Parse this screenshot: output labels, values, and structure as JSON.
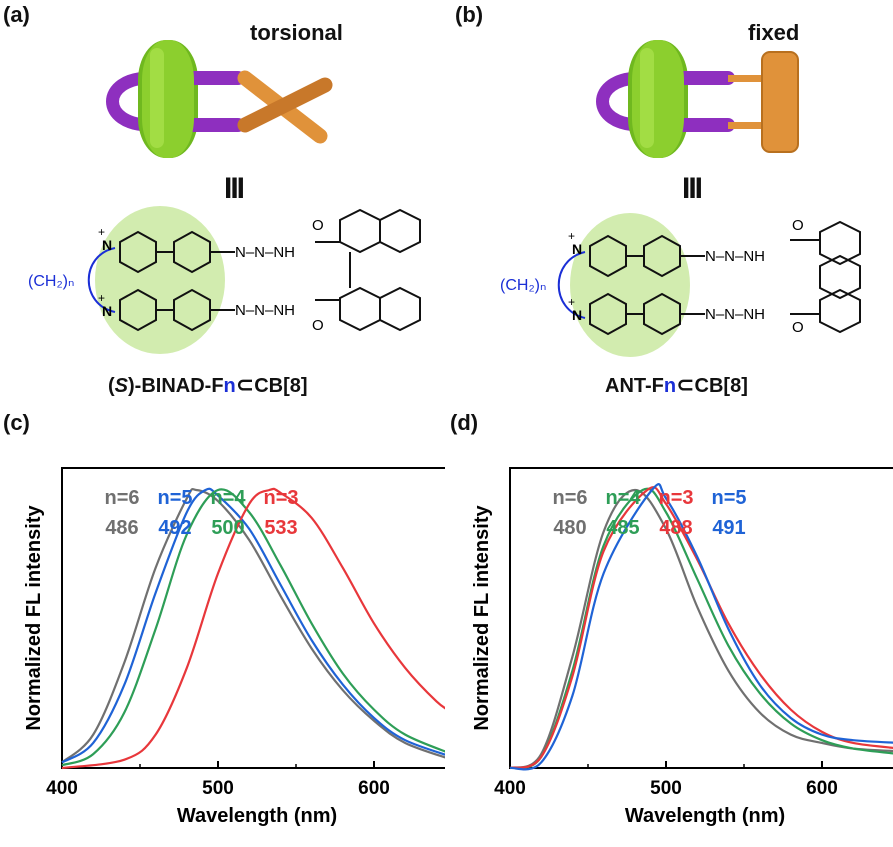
{
  "panels": {
    "a": {
      "label": "(a)",
      "descriptor": "torsional",
      "separator": "III",
      "caption_prefix": "(",
      "caption_italic": "S",
      "caption_mid": ")-BINAD-F",
      "caption_n": "n",
      "caption_subset": "⊂",
      "caption_suffix": "CB[8]",
      "linker": "(CH₂)ₙ",
      "atoms": {
        "n_top": "N",
        "n_bottom": "N",
        "plus": "+",
        "hydrazone": "N–N–NH",
        "carbonyl": "O"
      }
    },
    "b": {
      "label": "(b)",
      "descriptor": "fixed",
      "separator": "III",
      "caption_prefix": "ANT-F",
      "caption_n": "n",
      "caption_subset": "⊂",
      "caption_suffix": "CB[8]",
      "linker": "(CH₂)ₙ",
      "atoms": {
        "n_top": "N",
        "n_bottom": "N",
        "plus": "+",
        "hydrazone": "N–N–NH",
        "carbonyl": "O"
      }
    },
    "c": {
      "label": "(c)"
    },
    "d": {
      "label": "(d)"
    }
  },
  "colors": {
    "ring": "#8ccf2e",
    "ring_dark": "#5fa81a",
    "purple": "#8e2fbf",
    "orange": "#e0923a",
    "n3": "#e8373b",
    "n4": "#2e9e57",
    "n5": "#1f63d6",
    "n6": "#707070",
    "linker_blue": "#1b2fd6"
  },
  "chart_data": [
    {
      "type": "line",
      "panel": "c",
      "xlabel": "Wavelength (nm)",
      "ylabel": "Normalized FL intensity",
      "xlim": [
        400,
        650
      ],
      "ylim": [
        0,
        1.0
      ],
      "xticks": [
        400,
        500,
        600
      ],
      "legend": [
        {
          "name": "n=6",
          "peak": "486",
          "color": "#707070"
        },
        {
          "name": "n=5",
          "peak": "492",
          "color": "#1f63d6"
        },
        {
          "name": "n=4",
          "peak": "500",
          "color": "#2e9e57"
        },
        {
          "name": "n=3",
          "peak": "533",
          "color": "#e8373b"
        }
      ],
      "series": [
        {
          "name": "n=6",
          "color": "#707070",
          "x": [
            400,
            420,
            440,
            460,
            480,
            486,
            500,
            520,
            540,
            560,
            580,
            600,
            620,
            650
          ],
          "y": [
            0.02,
            0.12,
            0.38,
            0.72,
            0.97,
            1.0,
            0.96,
            0.82,
            0.62,
            0.43,
            0.28,
            0.17,
            0.09,
            0.03
          ]
        },
        {
          "name": "n=5",
          "color": "#1f63d6",
          "x": [
            400,
            420,
            440,
            460,
            480,
            492,
            500,
            520,
            540,
            560,
            580,
            600,
            620,
            650
          ],
          "y": [
            0.02,
            0.09,
            0.3,
            0.63,
            0.92,
            1.0,
            0.98,
            0.86,
            0.66,
            0.46,
            0.3,
            0.18,
            0.1,
            0.04
          ]
        },
        {
          "name": "n=4",
          "color": "#2e9e57",
          "x": [
            400,
            420,
            440,
            460,
            480,
            500,
            520,
            540,
            560,
            580,
            600,
            620,
            650
          ],
          "y": [
            0.01,
            0.05,
            0.2,
            0.5,
            0.84,
            1.0,
            0.92,
            0.73,
            0.52,
            0.34,
            0.21,
            0.12,
            0.05
          ]
        },
        {
          "name": "n=3",
          "color": "#e8373b",
          "x": [
            400,
            440,
            460,
            480,
            500,
            520,
            533,
            540,
            560,
            580,
            600,
            620,
            640,
            650
          ],
          "y": [
            0.0,
            0.03,
            0.12,
            0.36,
            0.7,
            0.95,
            1.0,
            0.99,
            0.9,
            0.72,
            0.52,
            0.36,
            0.24,
            0.2
          ]
        }
      ]
    },
    {
      "type": "line",
      "panel": "d",
      "xlabel": "Wavelength (nm)",
      "ylabel": "Normalized FL intensity",
      "xlim": [
        400,
        650
      ],
      "ylim": [
        0,
        1.0
      ],
      "xticks": [
        400,
        500,
        600
      ],
      "legend": [
        {
          "name": "n=6",
          "peak": "480",
          "color": "#707070"
        },
        {
          "name": "n=4",
          "peak": "485",
          "color": "#2e9e57"
        },
        {
          "name": "n=3",
          "peak": "488",
          "color": "#e8373b"
        },
        {
          "name": "n=5",
          "peak": "491",
          "color": "#1f63d6"
        }
      ],
      "series": [
        {
          "name": "n=6",
          "color": "#707070",
          "x": [
            400,
            420,
            440,
            460,
            480,
            500,
            520,
            540,
            560,
            580,
            600,
            620,
            650
          ],
          "y": [
            0.0,
            0.05,
            0.4,
            0.85,
            1.0,
            0.86,
            0.58,
            0.35,
            0.2,
            0.12,
            0.09,
            0.07,
            0.06
          ]
        },
        {
          "name": "n=4",
          "color": "#2e9e57",
          "x": [
            400,
            420,
            440,
            460,
            485,
            500,
            520,
            540,
            560,
            580,
            600,
            620,
            650
          ],
          "y": [
            0.0,
            0.04,
            0.35,
            0.8,
            1.0,
            0.92,
            0.68,
            0.44,
            0.27,
            0.16,
            0.1,
            0.07,
            0.05
          ]
        },
        {
          "name": "n=3",
          "color": "#e8373b",
          "x": [
            400,
            420,
            440,
            460,
            488,
            500,
            520,
            540,
            560,
            580,
            600,
            620,
            650
          ],
          "y": [
            0.0,
            0.04,
            0.33,
            0.78,
            1.0,
            0.95,
            0.75,
            0.52,
            0.34,
            0.21,
            0.13,
            0.09,
            0.07
          ]
        },
        {
          "name": "n=5",
          "color": "#1f63d6",
          "x": [
            400,
            420,
            440,
            460,
            491,
            500,
            520,
            540,
            560,
            580,
            600,
            620,
            650
          ],
          "y": [
            0.0,
            0.02,
            0.26,
            0.7,
            1.0,
            0.97,
            0.76,
            0.5,
            0.3,
            0.18,
            0.12,
            0.1,
            0.09
          ]
        }
      ]
    }
  ]
}
